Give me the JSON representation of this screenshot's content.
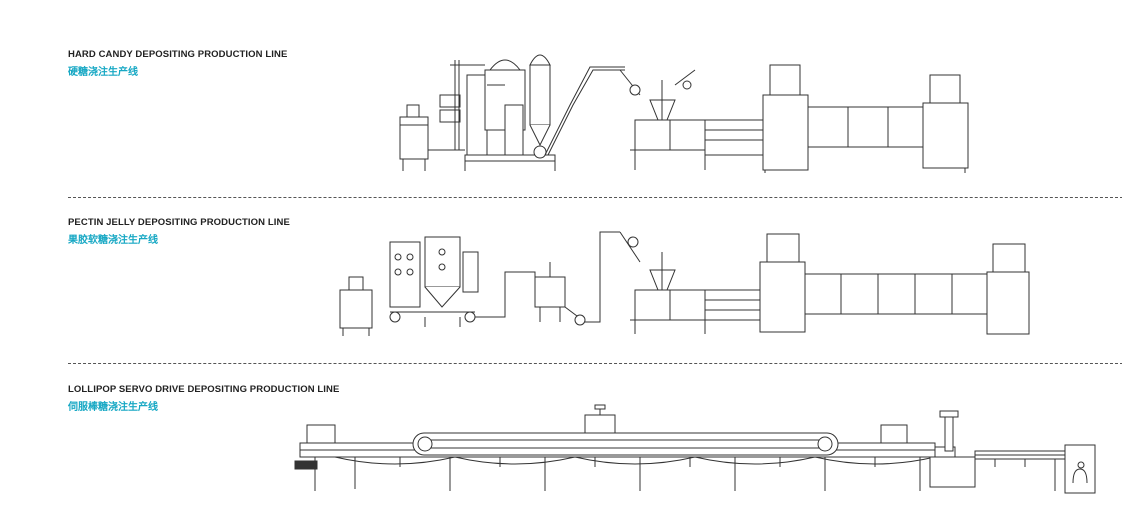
{
  "lines": [
    {
      "id": "hard-candy",
      "title_en": "HARD CANDY DEPOSITING PRODUCTION LINE",
      "title_cn": "硬糖浇注生产线"
    },
    {
      "id": "pectin-jelly",
      "title_en": "PECTIN JELLY DEPOSITING PRODUCTION LINE",
      "title_cn": "果胶软糖浇注生产线"
    },
    {
      "id": "lollipop",
      "title_en": "LOLLIPOP SERVO DRIVE DEPOSITING PRODUCTION LINE",
      "title_cn": "伺服棒糖浇注生产线"
    }
  ]
}
